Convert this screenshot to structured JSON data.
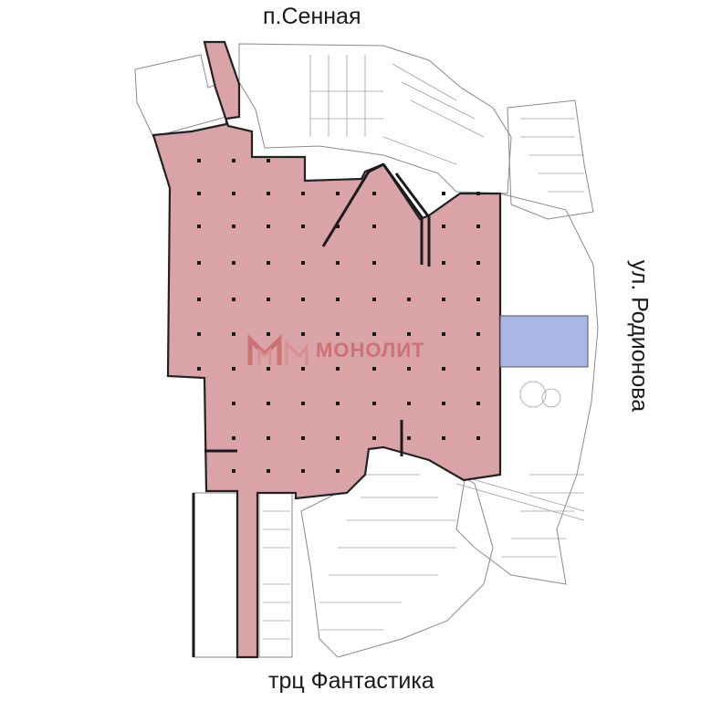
{
  "labels": {
    "top_street": "п.Сенная",
    "right_street": "ул. Родионова",
    "bottom_street": "трц Фантастика"
  },
  "watermark": {
    "text": "МОНОЛИТ",
    "color": "#c96b6b",
    "logo_icon": "monolit-logo-icon"
  },
  "colors": {
    "highlight_main": "#d9a3a8",
    "highlight_secondary": "#a9b6e8",
    "wall_outline": "#222222",
    "plan_lines": "#7a7a7a",
    "background": "#ffffff"
  },
  "regions": [
    {
      "name": "main-retail-area",
      "color": "#d9a3a8",
      "meaning": "highlighted-premises"
    },
    {
      "name": "passage-area",
      "color": "#a9b6e8",
      "meaning": "connecting-passage"
    }
  ]
}
